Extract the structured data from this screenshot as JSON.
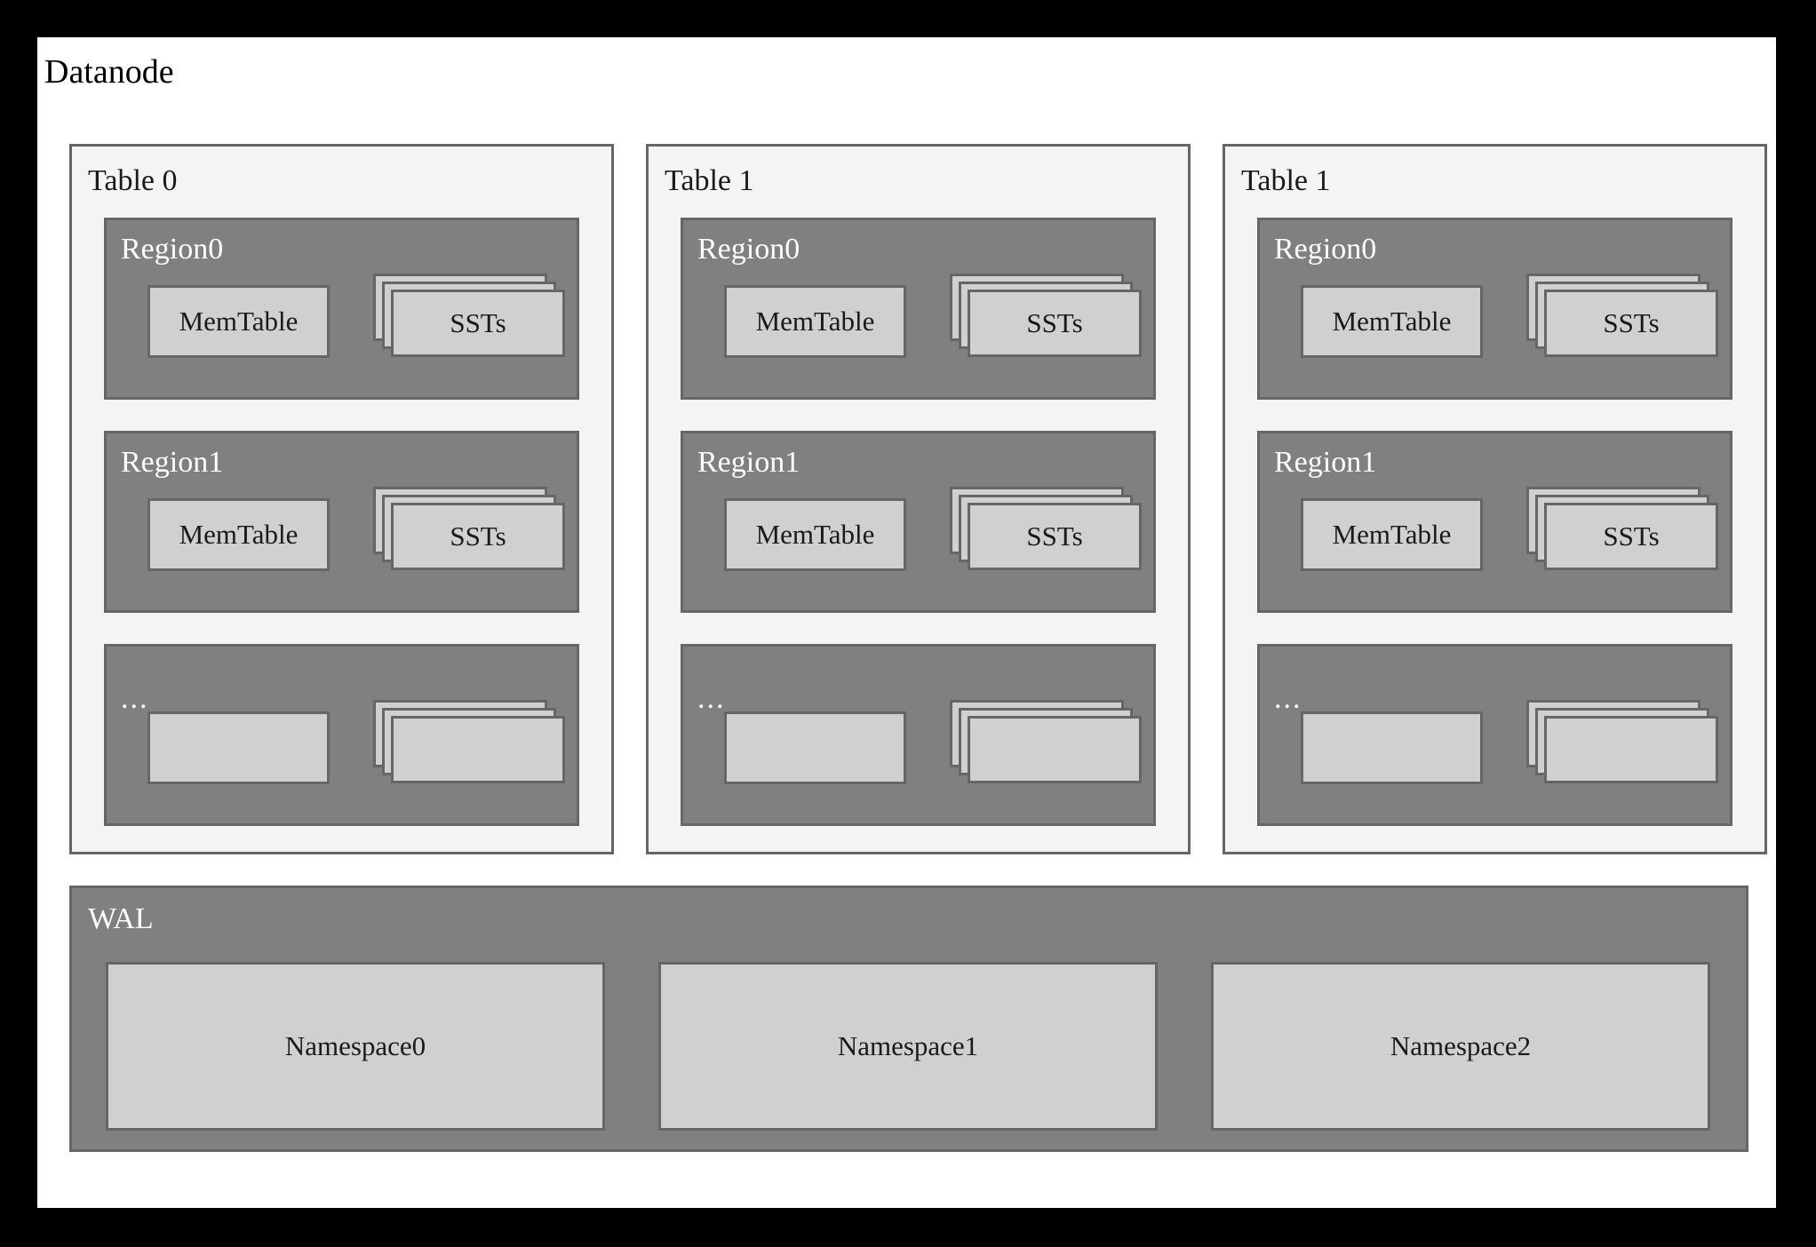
{
  "diagram": {
    "title": "Datanode",
    "background_color": "#ffffff",
    "frame_color": "#000000",
    "panel_color": "#f4f4f4",
    "region_color": "#808080",
    "box_color": "#d0d0d0",
    "border_color": "#666666"
  },
  "tables": [
    {
      "label": "Table 0",
      "regions": [
        {
          "label": "Region0",
          "memtable": "MemTable",
          "ssts": "SSTs"
        },
        {
          "label": "Region1",
          "memtable": "MemTable",
          "ssts": "SSTs"
        },
        {
          "label": "...",
          "memtable": "",
          "ssts": ""
        }
      ]
    },
    {
      "label": "Table 1",
      "regions": [
        {
          "label": "Region0",
          "memtable": "MemTable",
          "ssts": "SSTs"
        },
        {
          "label": "Region1",
          "memtable": "MemTable",
          "ssts": "SSTs"
        },
        {
          "label": "...",
          "memtable": "",
          "ssts": ""
        }
      ]
    },
    {
      "label": "Table 1",
      "regions": [
        {
          "label": "Region0",
          "memtable": "MemTable",
          "ssts": "SSTs"
        },
        {
          "label": "Region1",
          "memtable": "MemTable",
          "ssts": "SSTs"
        },
        {
          "label": "...",
          "memtable": "",
          "ssts": ""
        }
      ]
    }
  ],
  "wal": {
    "label": "WAL",
    "namespaces": [
      "Namespace0",
      "Namespace1",
      "Namespace2"
    ]
  }
}
